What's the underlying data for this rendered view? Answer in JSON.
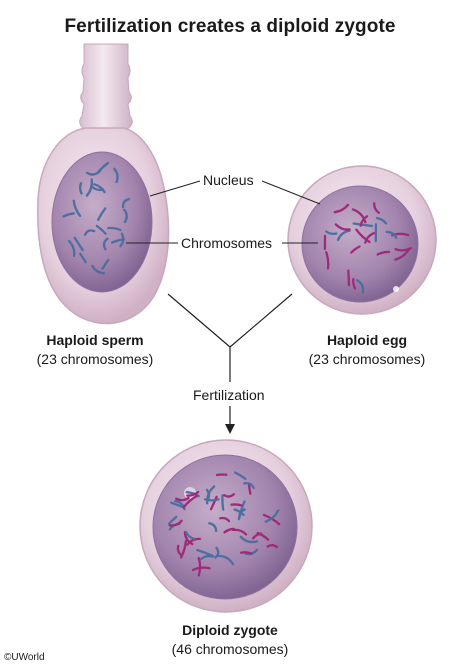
{
  "title": "Fertilization creates a diploid zygote",
  "labels": {
    "nucleus": "Nucleus",
    "chromosomes": "Chromosomes",
    "fertilization": "Fertilization"
  },
  "cells": {
    "sperm": {
      "name": "Haploid sperm",
      "count": "(23 chromosomes)"
    },
    "egg": {
      "name": "Haploid egg",
      "count": "(23 chromosomes)"
    },
    "zygote": {
      "name": "Diploid zygote",
      "count": "(46 chromosomes)"
    }
  },
  "colors": {
    "cytoplasm": "#ead5e2",
    "nucleus": "#a586b0",
    "chromosome_blue": "#4e6ea0",
    "chromosome_magenta": "#a02a78"
  },
  "copyright": "©UWorld"
}
